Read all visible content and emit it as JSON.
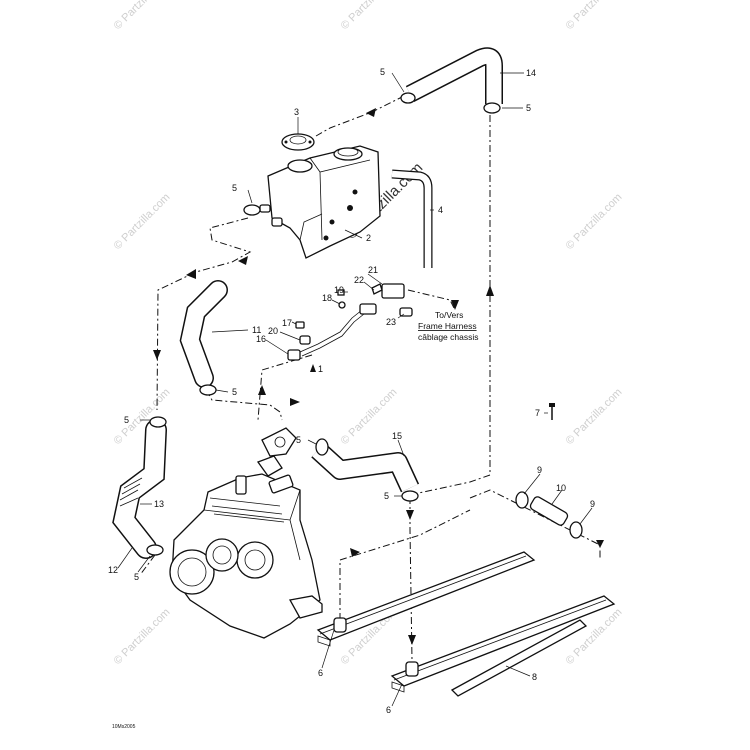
{
  "diagram": {
    "callouts": {
      "c1": "1",
      "c2": "2",
      "c3": "3",
      "c4": "4",
      "c5a": "5",
      "c5b": "5",
      "c5c": "5",
      "c5d": "5",
      "c5e": "5",
      "c5f": "5",
      "c5g": "5",
      "c5h": "5",
      "c6a": "6",
      "c6b": "6",
      "c7": "7",
      "c8": "8",
      "c9a": "9",
      "c9b": "9",
      "c10": "10",
      "c11": "11",
      "c12": "12",
      "c13": "13",
      "c14": "14",
      "c15": "15",
      "c16": "16",
      "c17": "17",
      "c18": "18",
      "c19": "19",
      "c20": "20",
      "c21": "21",
      "c22": "22",
      "c23": "23"
    },
    "harness_label": {
      "line1": "To/Vers",
      "line2": "Frame Harness",
      "line3": "câblage chassis"
    },
    "footer_code": "10Ms2005",
    "watermark": {
      "text": "© Partzilla.com",
      "big_text": "© Partzilla.com"
    }
  }
}
